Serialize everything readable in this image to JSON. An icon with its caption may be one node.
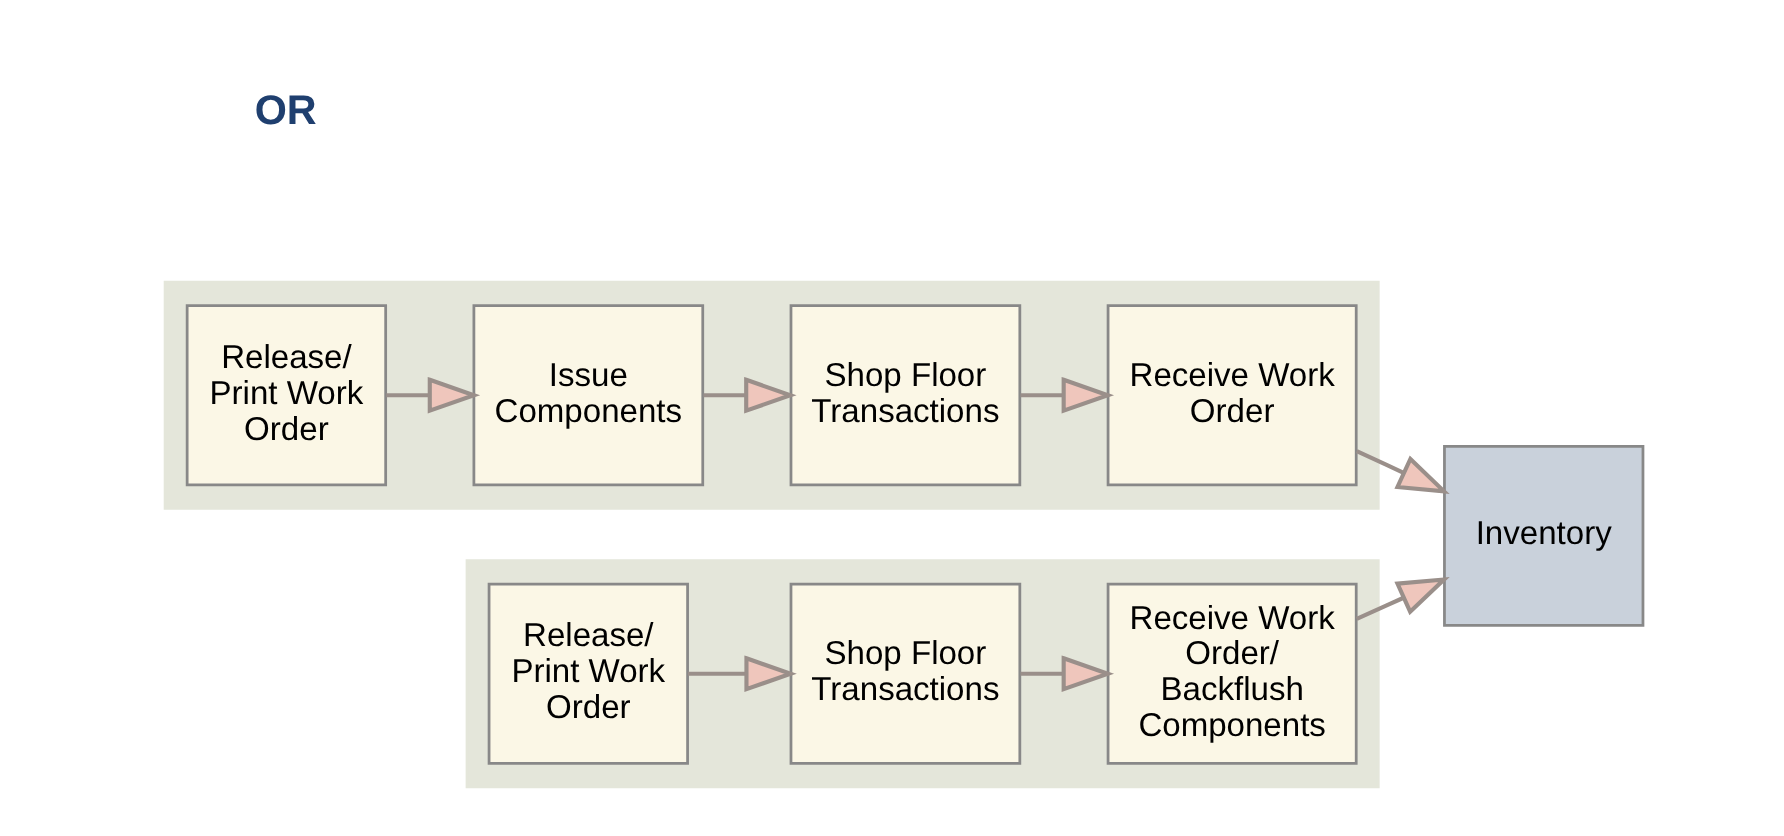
{
  "diagram": {
    "nodes": [
      {
        "text": [],
        "shape": "box"
      },
      {
        "text": [
          "Release/ Print Work Order"
        ],
        "in": 0
      },
      {
        "text": [
          "Issue Components"
        ],
        "in": 0
      },
      {
        "text": [
          "Shop Floor Transactions"
        ],
        "in": 0
      },
      {
        "text": [
          "Receive Work Order"
        ],
        "in": 0
      },
      {
        "text": [
          "Inventory"
        ]
      },
      {
        "text": [],
        "shape": "box"
      },
      {
        "text": [
          "Release/ Print Work Order"
        ],
        "in": 6
      },
      {
        "text": [
          "Shop Floor Transactions"
        ],
        "in": 6
      },
      {
        "text": [
          "Receive Work Order/ Backflush Components"
        ],
        "in": 6
      }
    ],
    "edges": [
      {
        "from": 1,
        "to": 2,
        "arrow": "to"
      },
      {
        "from": 2,
        "to": 3,
        "arrow": "to"
      },
      {
        "from": 3,
        "to": 4,
        "arrow": "to"
      },
      {
        "from": 4,
        "to": 5,
        "arrow": "to"
      },
      {
        "from": 7,
        "to": 8,
        "arrow": "to"
      },
      {
        "from": 8,
        "to": 9,
        "arrow": "to"
      },
      {
        "from": 9,
        "to": 5,
        "arrow": "to"
      }
    ],
    "labels": [
      "OR"
    ]
  }
}
